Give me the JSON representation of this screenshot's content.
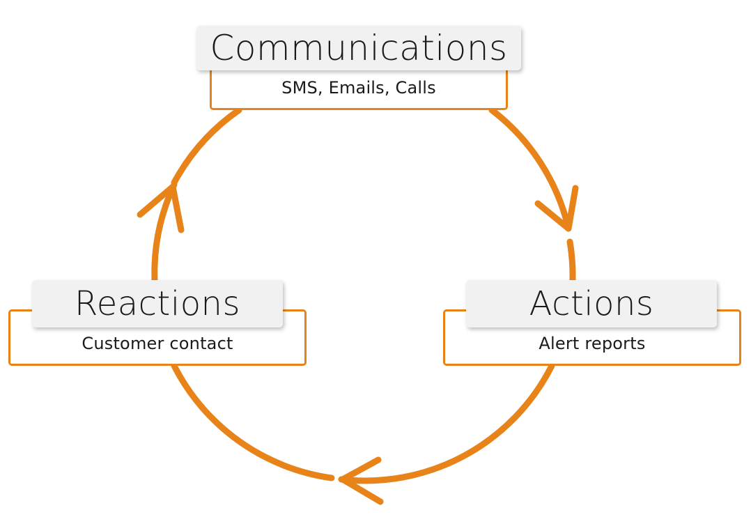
{
  "colors": {
    "accent": "#e8831a",
    "title_bg": "#f1f1f1",
    "text": "#1a1a1a"
  },
  "nodes": {
    "communications": {
      "title": "Communications",
      "subtitle": "SMS, Emails, Calls"
    },
    "actions": {
      "title": "Actions",
      "subtitle": "Alert reports"
    },
    "reactions": {
      "title": "Reactions",
      "subtitle": "Customer contact"
    }
  },
  "flow": [
    {
      "from": "communications",
      "to": "actions"
    },
    {
      "from": "actions",
      "to": "reactions"
    },
    {
      "from": "reactions",
      "to": "communications"
    }
  ]
}
